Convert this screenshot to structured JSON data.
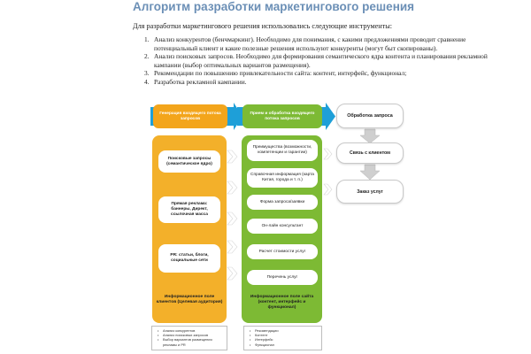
{
  "doc": {
    "title": "Алгоритм разработки маркетингового решения",
    "intro": "Для разработки маркетингового решения использовались следующие инструменты:",
    "list": [
      {
        "num": "1.",
        "text": "Анализ конкурентов (бенчмаркинг). Необходимо для понимания, с какими предложениями проводит сравнение потенциальный клиент и какие полезные решения используют конкуренты (могут быт скопированы)."
      },
      {
        "num": "2.",
        "text": "Анализ поисковых запросов. Необходимо для формирования семантического ядра контента и планирования рекламной кампании (выбор оптимальных вариантов размещения)."
      },
      {
        "num": "3.",
        "text": "Рекомендации по повышению привлекательности сайта: контент, интерфейс, функционал;"
      },
      {
        "num": "4.",
        "text": "Разработка рекламной кампании."
      }
    ]
  },
  "diagram": {
    "yellow_header": "Генерация входящего потока запросов",
    "green_header": "Прием и обработка входящего потока запросов",
    "grey_header": "Обработка запроса",
    "yellow_items": [
      {
        "text": "Поисковые запросы (семантическое ядро)"
      },
      {
        "text": "Прямая реклама: баннеры, Директ, ссылочная масса"
      },
      {
        "text": "PR: статьи, блоги, социальные сети"
      }
    ],
    "yellow_footer": "Информационное поле клиентов (Целевая аудитория)",
    "green_items": [
      {
        "text": "Преимущества (возможности, компетенции и гарантии)"
      },
      {
        "text": "Справочная информация (карта Китая, города и т. п.)"
      },
      {
        "text": "Форма запроса/заявки"
      },
      {
        "text": "Он-лайн консультант"
      },
      {
        "text": "Расчет стоимости услуг"
      },
      {
        "text": "Перечень услуг"
      }
    ],
    "green_footer": "Информационное поле сайта (контент, интерфейс и функционал)",
    "grey_items": [
      {
        "text": "Связь с клиентом"
      },
      {
        "text": "Заказ услуг"
      }
    ],
    "legend_left": [
      "Анализ конкурентов",
      "Анализ поисковых запросов",
      "Выбор вариантов размещения рекламы и PR"
    ],
    "legend_right": [
      "Рекомендации",
      "Контент",
      "Интерфейс",
      "Функционал"
    ],
    "colors": {
      "yellow": "#f3b02a",
      "orange": "#f3a51b",
      "green": "#7dba34",
      "arrow_blue": "#1e9fd8",
      "heading_blue": "#6b8fb6"
    }
  }
}
